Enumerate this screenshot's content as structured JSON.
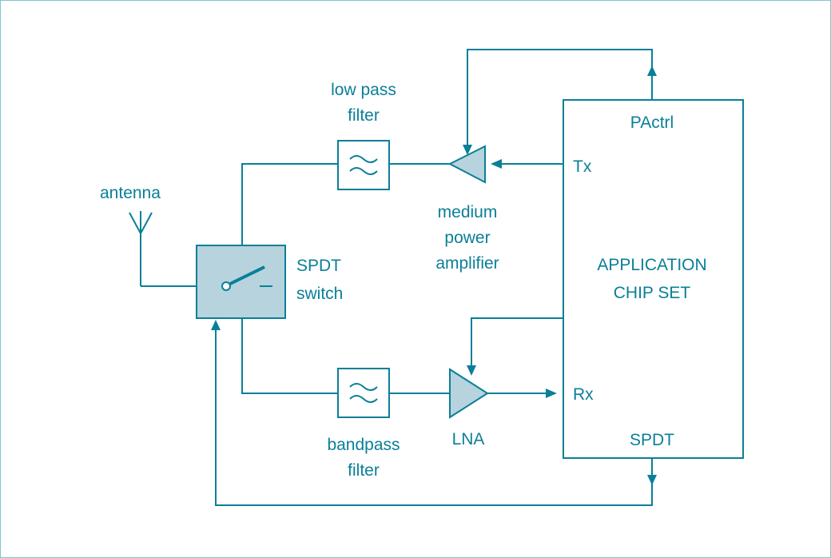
{
  "colors": {
    "line": "#0a7f98",
    "fill": "#b7d3dd",
    "frame": "#7fc6c9"
  },
  "labels": {
    "antenna": "antenna",
    "low_pass_filter_line1": "low pass",
    "low_pass_filter_line2": "filter",
    "medium_power_amplifier_line1": "medium",
    "medium_power_amplifier_line2": "power",
    "medium_power_amplifier_line3": "amplifier",
    "spdt_switch_line1": "SPDT",
    "spdt_switch_line2": "switch",
    "bandpass_filter_line1": "bandpass",
    "bandpass_filter_line2": "filter",
    "lna": "LNA",
    "chip_line1": "APPLICATION",
    "chip_line2": "CHIP SET",
    "pin_pactrl": "PActrl",
    "pin_tx": "Tx",
    "pin_rx": "Rx",
    "pin_spdt": "SPDT"
  },
  "icons": {
    "antenna": "antenna-icon",
    "filter": "tilde-wave-icon",
    "amplifier": "triangle-icon",
    "switch": "spdt-switch-icon"
  }
}
